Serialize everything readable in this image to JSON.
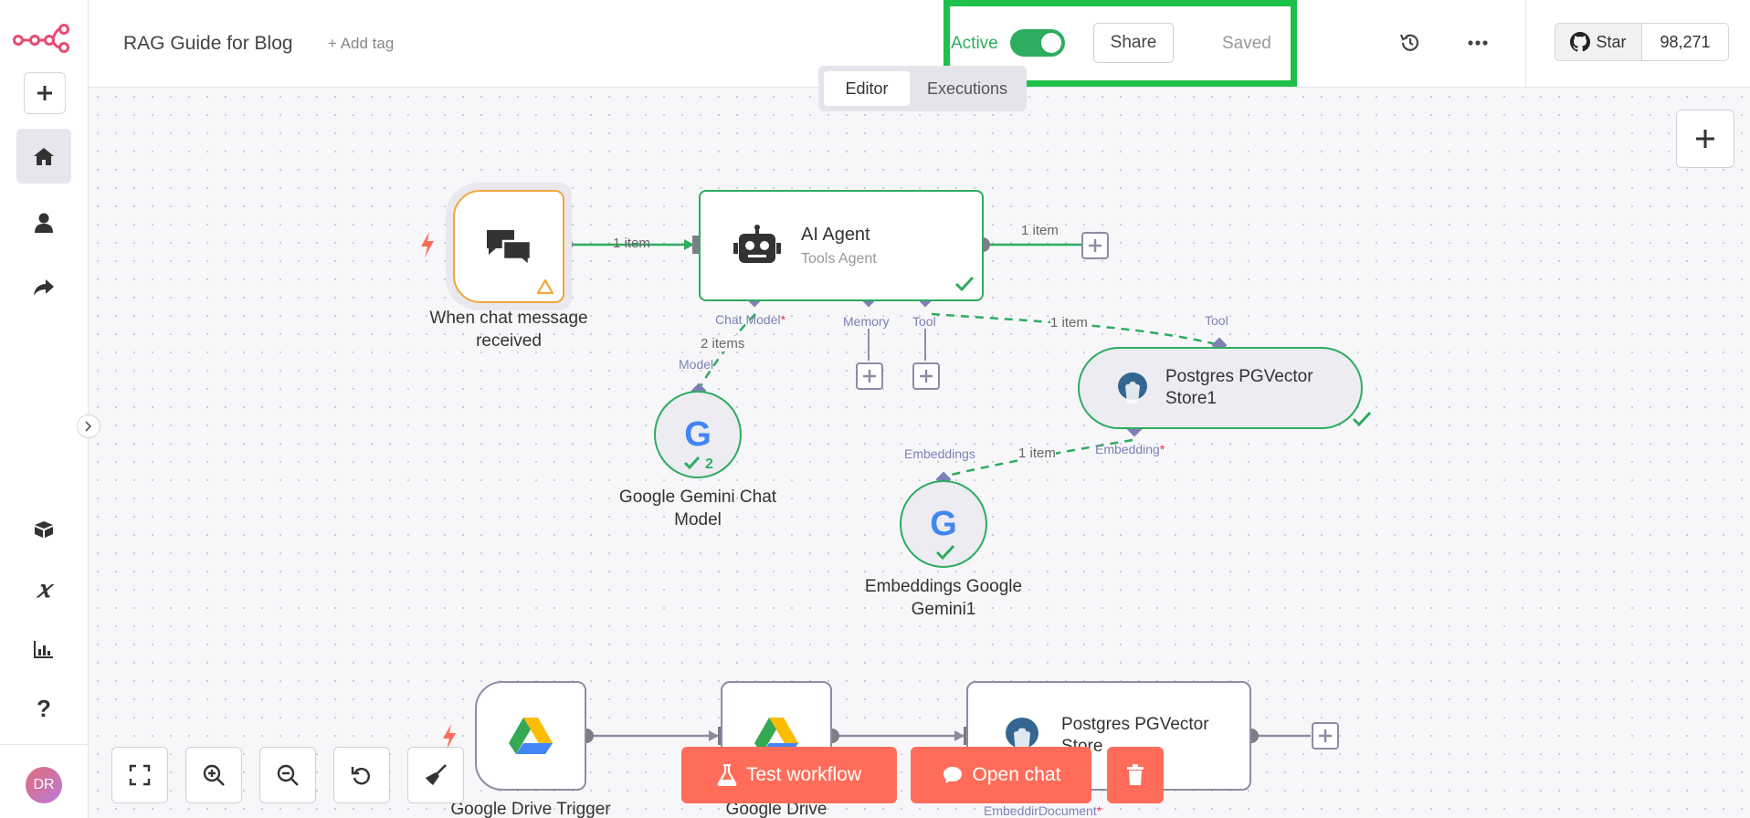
{
  "header": {
    "workflow_title": "RAG Guide for Blog",
    "add_tag": "+ Add tag",
    "active_label": "Active",
    "active_on": true,
    "share_label": "Share",
    "saved_label": "Saved",
    "star_label": "Star",
    "star_count": "98,271"
  },
  "tabs": [
    "Editor",
    "Executions"
  ],
  "sidebar": {
    "avatar_initials": "DR",
    "icons": [
      "add-icon",
      "home-icon",
      "user-icon",
      "share-arrow-icon",
      "box-icon",
      "variables-icon",
      "insights-icon",
      "help-icon"
    ]
  },
  "nodes": {
    "chat_trigger": "When chat message received",
    "ai_agent_title": "AI Agent",
    "ai_agent_sub": "Tools Agent",
    "postgres_store1": "Postgres PGVector Store1",
    "gemini_chat": "Google Gemini Chat Model",
    "embeddings": "Embeddings Google Gemini1",
    "drive_trigger": "Google Drive Trigger",
    "drive": "Google Drive",
    "postgres_store": "Postgres PGVector Store"
  },
  "ports": {
    "chat_model": "Chat Model",
    "memory": "Memory",
    "tool": "Tool",
    "model": "Model",
    "tool_in": "Tool",
    "embeddings": "Embeddings",
    "embedding": "Embedding",
    "embedding_doc": "EmbeddirDocument",
    "required_mark": "*"
  },
  "edges": {
    "trigger_to_agent": "1 item",
    "agent_out": "1 item",
    "agent_tool": "1 item",
    "chat_model": "2 items",
    "embeddings": "1 item"
  },
  "badges": {
    "gemini_count": "2"
  },
  "controls": {
    "test_workflow": "Test workflow",
    "open_chat": "Open chat"
  },
  "colors": {
    "accent": "#ff6d5a",
    "success": "#2eac5f",
    "highlight": "#1fc14b",
    "port": "#7c81b4"
  }
}
